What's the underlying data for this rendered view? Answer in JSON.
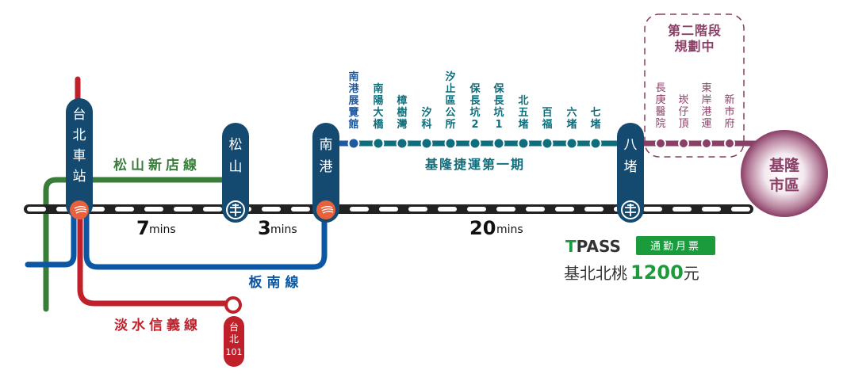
{
  "colors": {
    "station_pill": "#154a70",
    "songshan_xindian": "#3a7d3a",
    "bannan": "#0b57a4",
    "tamsui_xinyi": "#c0202a",
    "keelung_lrt": "#0f6e7c",
    "keelung_lrt_start": "#1e5aa0",
    "phase2": "#8a3f66",
    "hsr_orange": "#e8603c",
    "tpass_green": "#1a9b3c",
    "rail_dark": "#222222"
  },
  "major_stations": [
    {
      "id": "taipei-main",
      "label": "台北車站",
      "icon": "hsr-icon"
    },
    {
      "id": "songshan",
      "label": "松山",
      "icon": "tra-icon"
    },
    {
      "id": "nangang",
      "label": "南港",
      "icon": "hsr-icon"
    },
    {
      "id": "badu",
      "label": "八堵",
      "icon": "tra-icon"
    }
  ],
  "lines": {
    "songshan_xindian": "松山新店線",
    "bannan": "板南線",
    "tamsui_xinyi": "淡水信義線",
    "keelung_lrt": "基隆捷運第一期"
  },
  "taipei101": {
    "line1": "台北",
    "line2": "101"
  },
  "travel_times": [
    {
      "num": "7",
      "unit": "mins"
    },
    {
      "num": "3",
      "unit": "mins"
    },
    {
      "num": "20",
      "unit": "mins"
    }
  ],
  "lrt_stations": [
    "南港展覽館",
    "南陽大橋",
    "樟樹灣",
    "汐科",
    "汐止區公所",
    "保長坑2",
    "保長坑1",
    "北五堵",
    "百福",
    "六堵",
    "七堵"
  ],
  "phase2": {
    "title_line1": "第二階段",
    "title_line2": "規劃中",
    "stations": [
      "長庚醫院",
      "崁仔頂",
      "東岸港運",
      "新市府"
    ]
  },
  "keelung": {
    "line1": "基隆",
    "line2": "市區"
  },
  "tpass": {
    "brand": "TPASS",
    "badge": "通勤月票",
    "region": "基北北桃",
    "price": "1200",
    "currency": "元"
  }
}
